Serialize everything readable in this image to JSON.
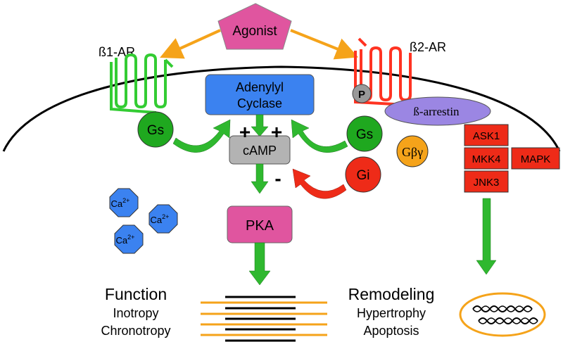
{
  "agonist": {
    "label": "Agonist",
    "color": "#e0559f"
  },
  "receptors": {
    "b1": {
      "label": "ß1-AR",
      "color": "#33cc33"
    },
    "b2": {
      "label": "ß2-AR",
      "color": "#ff3322"
    }
  },
  "enzymes": {
    "adenylyl_cyclase": {
      "line1": "Adenylyl",
      "line2": "Cyclase",
      "color": "#3b82f0"
    },
    "camp": {
      "label": "cAMP",
      "color": "#b3b3b3"
    },
    "pka": {
      "label": "PKA",
      "color": "#e0559f"
    }
  },
  "g_proteins": {
    "gs_left": {
      "label": "Gs",
      "color": "#1fa81f"
    },
    "gs_right": {
      "label": "Gs",
      "color": "#1fa81f"
    },
    "gi": {
      "label": "Gi",
      "color": "#ee2b18"
    },
    "gby": {
      "label": "Gβγ",
      "color": "#f5a31a"
    }
  },
  "phospho": {
    "label": "P"
  },
  "arrestin": {
    "label": "ß-arrestin",
    "color": "#9b86e3"
  },
  "kinases": {
    "ask1": "ASK1",
    "mkk4": "MKK4",
    "jnk3": "JNK3",
    "mapk": "MAPK",
    "color": "#ee2b18"
  },
  "signs": {
    "plus_left": "+",
    "plus_right": "+",
    "minus": "-"
  },
  "calcium": {
    "base": "Ca",
    "sup": "2+",
    "color": "#3b82f0"
  },
  "outcomes": {
    "function": {
      "title": "Function",
      "items": [
        "Inotropy",
        "Chronotropy"
      ]
    },
    "remodeling": {
      "title": "Remodeling",
      "items": [
        "Hypertrophy",
        "Apoptosis"
      ]
    }
  }
}
